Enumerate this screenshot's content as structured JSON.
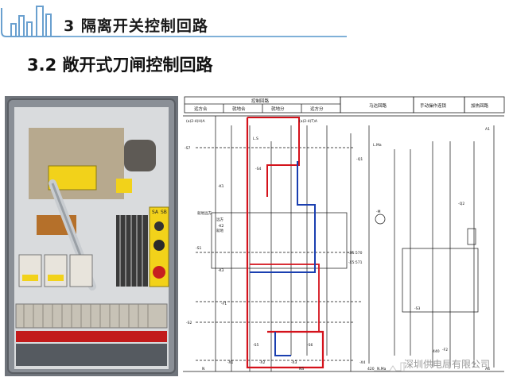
{
  "header": {
    "section_title": "3 隔离开关控制回路",
    "slide_title": "3.2 敞开式刀闸控制回路"
  },
  "diagram": {
    "header_cells": [
      "控制回路",
      "远方合",
      "就地合",
      "就地分",
      "远方分",
      "马达回路",
      "手动操作连锁",
      "加热回路"
    ],
    "labels": [
      "(a)2-4(H)A",
      "(a)2-4(T)A",
      "L.S",
      "L.Ma",
      "-M",
      "-Q1",
      "-Q2",
      "-K1",
      "-K2",
      "-K3",
      "-S1",
      "-S2",
      "-S3",
      "-S4",
      "-S5",
      "-S6",
      "-S7",
      "-F1",
      "-F2",
      "-X1",
      "-X2",
      "-X3",
      "-X4",
      "-X5:570",
      "-X5:571",
      "N.Ma",
      "NS",
      "N",
      "A1",
      "440",
      "420",
      "A4"
    ],
    "vertical_label": "就地远方",
    "left_labels": [
      "远方",
      "就地"
    ]
  },
  "photo": {
    "switch_labels": [
      "SA",
      "SB"
    ]
  },
  "watermark": {
    "text": "深圳供电局有限公司"
  },
  "colors": {
    "header_rule": "#7fb0d8",
    "red_wire": "#d4121b",
    "blue_wire": "#1a3fb0",
    "cabinet": "#8a8f96",
    "yellow_plate": "#f2d21a"
  }
}
